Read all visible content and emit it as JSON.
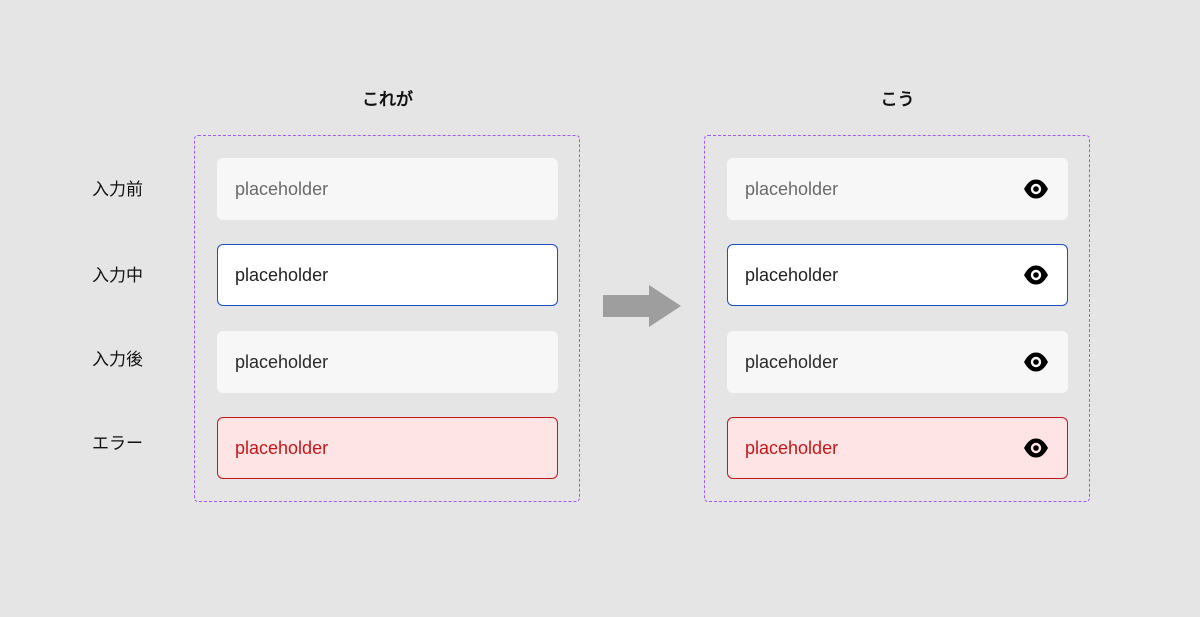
{
  "headings": {
    "before": "これが",
    "after": "こう"
  },
  "row_labels": [
    "入力前",
    "入力中",
    "入力後",
    "エラー"
  ],
  "left_panel": {
    "fields": [
      {
        "state": "empty",
        "text": "placeholder"
      },
      {
        "state": "focused",
        "text": "placeholder"
      },
      {
        "state": "filled",
        "text": "placeholder"
      },
      {
        "state": "error",
        "text": "placeholder"
      }
    ]
  },
  "right_panel": {
    "fields": [
      {
        "state": "empty",
        "text": "placeholder",
        "icon": "eye-icon"
      },
      {
        "state": "focused",
        "text": "placeholder",
        "icon": "eye-icon"
      },
      {
        "state": "filled",
        "text": "placeholder",
        "icon": "eye-icon"
      },
      {
        "state": "error",
        "text": "placeholder",
        "icon": "eye-icon"
      }
    ]
  },
  "colors": {
    "background": "#e5e5e5",
    "panel_border": "#a357f5",
    "focus_border": "#1a4fc4",
    "error": "#c41818",
    "error_fill": "#ffe4e6",
    "arrow": "#9e9e9e"
  }
}
